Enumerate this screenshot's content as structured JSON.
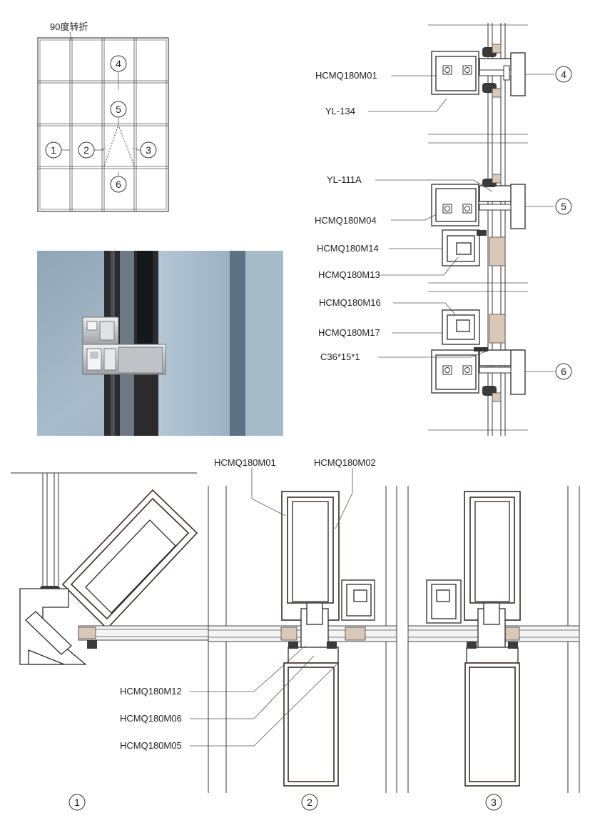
{
  "elevation": {
    "fold_note": "90度转折",
    "markers": [
      "1",
      "2",
      "3",
      "4",
      "5",
      "6"
    ]
  },
  "section_labels": {
    "sec4": [
      "HCMQ180M01",
      "YL-134"
    ],
    "sec5": [
      "YL-111A",
      "HCMQ180M04",
      "HCMQ180M14",
      "HCMQ180M13"
    ],
    "sec6": [
      "HCMQ180M16",
      "HCMQ180M17",
      "C36*15*1"
    ],
    "markers": [
      "4",
      "5",
      "6"
    ]
  },
  "plan_labels": {
    "top": [
      "HCMQ180M01",
      "HCMQ180M02"
    ],
    "left": [
      "HCMQ180M12",
      "HCMQ180M06",
      "HCMQ180M05"
    ],
    "markers": [
      "1",
      "2",
      "3"
    ]
  },
  "colors": {
    "photo_bg": "#9fb4c4",
    "mullion_dark": "#2b2a2c",
    "profile_silver": "#c9cbcd"
  }
}
